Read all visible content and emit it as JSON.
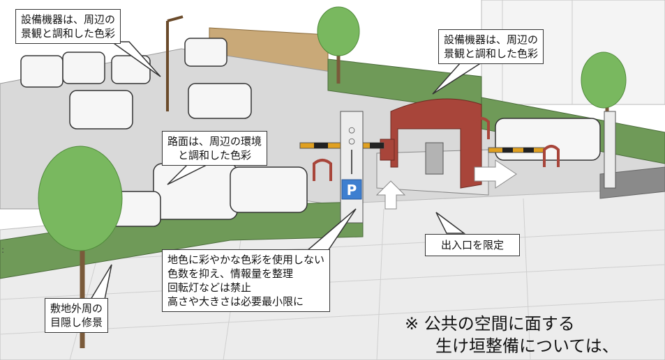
{
  "callouts": {
    "equipment_left": {
      "lines": [
        "設備機器は、周辺の",
        "景観と調和した色彩"
      ]
    },
    "equipment_right": {
      "lines": [
        "設備機器は、周辺の",
        "景観と調和した色彩"
      ]
    },
    "road_surface": {
      "lines": [
        "路面は、周辺の環境",
        "と調和した色彩"
      ]
    },
    "signage": {
      "lines": [
        "地色に彩やかな色彩を使用しない",
        "色数を抑え、情報量を整理",
        "回転灯などは禁止",
        "高さや大きさは必要最小限に"
      ]
    },
    "hedge": {
      "lines": [
        "敷地外周の",
        "目隠し修景"
      ]
    },
    "entrance": {
      "lines": [
        "出入口を限定"
      ]
    }
  },
  "note": {
    "lines": [
      "※ 公共の空間に面する",
      "生け垣整備については、"
    ]
  },
  "stray_mark": ":",
  "sign": {
    "parking_letter": "P"
  },
  "colors": {
    "pavement": "#d9d9d9",
    "hedge": "#6f9a58",
    "tree": "#79b85f",
    "fence": "#c9a978",
    "booth": "#a8453a",
    "sign_blue": "#3d7fd0",
    "barrier_stripe": "#e0a020"
  }
}
